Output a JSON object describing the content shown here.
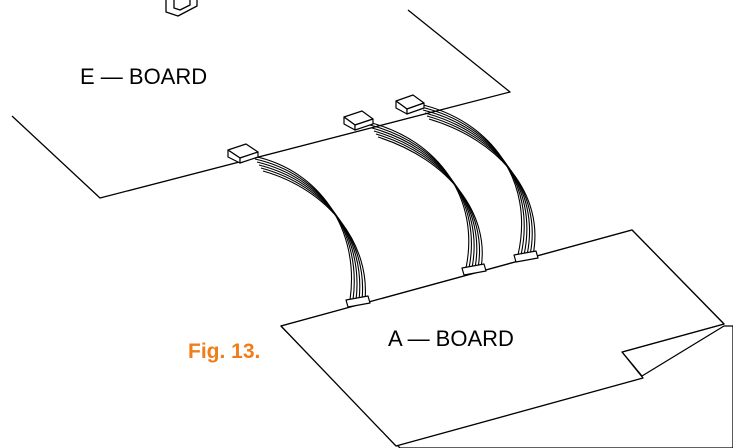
{
  "diagram": {
    "upper_board_label": "E — BOARD",
    "lower_board_label": "A — BOARD",
    "caption": "Fig. 13.",
    "caption_color": "#f07d1a",
    "line_color": "#000000",
    "cable_count": 3
  }
}
